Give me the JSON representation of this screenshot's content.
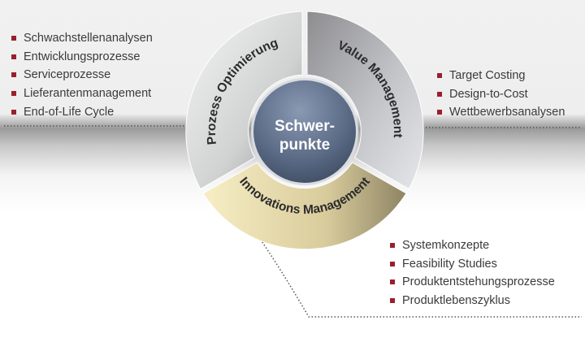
{
  "center": {
    "line1": "Schwer-",
    "line2": "punkte"
  },
  "segments": {
    "prozess": "Prozess Optimierung",
    "value": "Value Management",
    "innovations": "Innovations Management"
  },
  "lists": {
    "prozess": [
      "Schwachstellenanalysen",
      "Entwicklungsprozesse",
      "Serviceprozesse",
      "Lieferantenmanagement",
      "End-of-Life Cycle"
    ],
    "value": [
      "Target Costing",
      "Design-to-Cost",
      "Wettbewerbsanalysen"
    ],
    "innovations": [
      "Systemkonzepte",
      "Feasibility Studies",
      "Produktentstehungsprozesse",
      "Produktlebenszyklus"
    ]
  },
  "colors": {
    "bullet": "#9a1f2e",
    "center": "#5f6f8a",
    "innovations": "#e4d7a6"
  }
}
